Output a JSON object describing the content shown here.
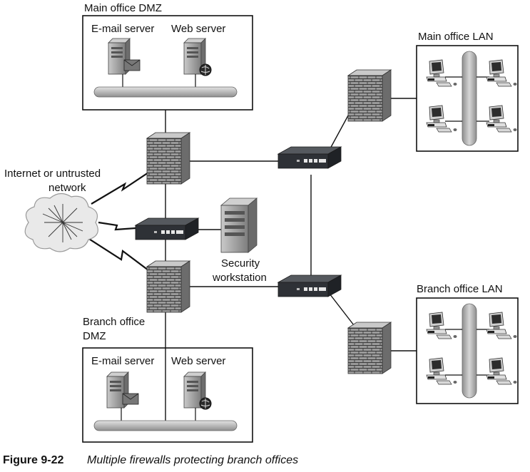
{
  "labels": {
    "main_dmz": "Main office DMZ",
    "main_email": "E-mail server",
    "main_web": "Web server",
    "main_lan": "Main office LAN",
    "internet_line1": "Internet or untrusted",
    "internet_line2": "network",
    "security_line1": "Security",
    "security_line2": "workstation",
    "branch_dmz_line1": "Branch office",
    "branch_dmz_line2": "DMZ",
    "branch_email": "E-mail server",
    "branch_web": "Web server",
    "branch_lan": "Branch office LAN"
  },
  "caption": {
    "number": "Figure 9-22",
    "text": "Multiple firewalls protecting branch offices"
  },
  "colors": {
    "line": "#111111",
    "backbone": "#b8b8b8",
    "firewall": "#8c8c8c",
    "switch": "#2e3136",
    "server": "#9a9a9a"
  }
}
